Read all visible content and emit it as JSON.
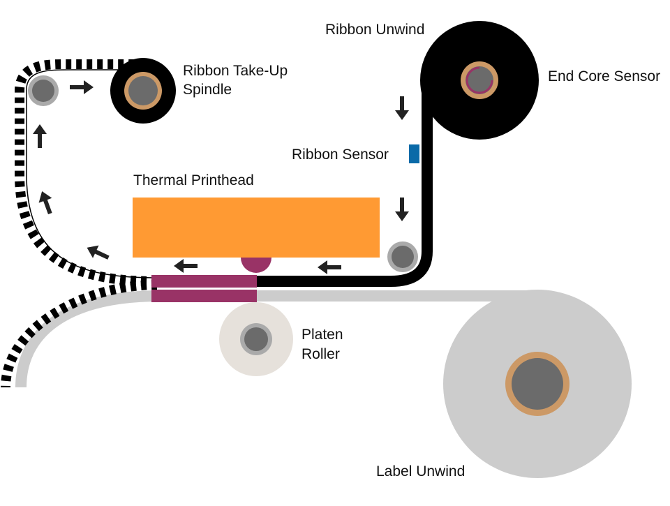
{
  "labels": {
    "ribbon_unwind": "Ribbon Unwind",
    "take_up_line1": "Ribbon Take-Up",
    "take_up_line2": "Spindle",
    "end_core_sensor": "End Core Sensor",
    "ribbon_sensor": "Ribbon Sensor",
    "thermal_printhead": "Thermal Printhead",
    "platen_line1": "Platen",
    "platen_line2": "Roller",
    "label_unwind": "Label Unwind"
  },
  "colors": {
    "ribbon": "#000000",
    "printhead": "#ff9a33",
    "print_zone": "#993366",
    "label_liner": "#cccccc",
    "core_ring": "#cc9966",
    "core_gray": "#6b6b6b",
    "roller_ring": "#aaaaaa",
    "platen_body": "#e6e1db",
    "ribbon_sensor": "#0a6aa8",
    "arrow": "#222222"
  },
  "icons": {
    "flow_arrow": "arrow-icon",
    "spool": "spool-icon",
    "idler": "idler-roller-icon"
  }
}
